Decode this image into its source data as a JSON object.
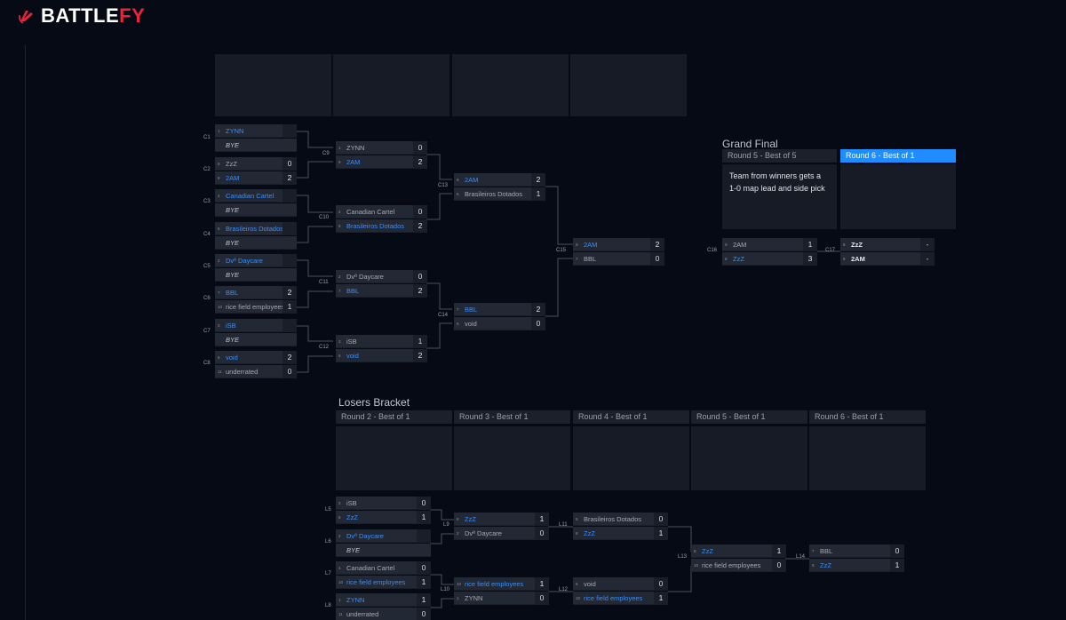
{
  "brand": {
    "name_part1": "BATTLE",
    "name_part2": "FY",
    "accent": "#e8253a"
  },
  "grand_final": {
    "title": "Grand Final",
    "round5_header": "Round 5 - Best of 5",
    "round6_header": "Round 6 - Best of 1",
    "note": "Team from winners gets a 1-0 map lead and side pick"
  },
  "losers": {
    "title": "Losers Bracket",
    "headers": [
      "Round 2 - Best of 1",
      "Round 3 - Best of 1",
      "Round 4 - Best of 1",
      "Round 5 - Best of 1",
      "Round 6 - Best of 1"
    ]
  },
  "matches": {
    "C1": {
      "label": "C1",
      "t": [
        {
          "seed": "1",
          "name": "ZYNN",
          "score": "",
          "win": true
        },
        {
          "seed": "",
          "name": "BYE",
          "score": "",
          "bye": true
        }
      ]
    },
    "C2": {
      "label": "C2",
      "t": [
        {
          "seed": "8",
          "name": "ZzZ",
          "score": "0"
        },
        {
          "seed": "9",
          "name": "2AM",
          "score": "2",
          "win": true
        }
      ]
    },
    "C3": {
      "label": "C3",
      "t": [
        {
          "seed": "4",
          "name": "Canadian Cartel",
          "score": "",
          "win": true
        },
        {
          "seed": "",
          "name": "BYE",
          "score": "",
          "bye": true
        }
      ]
    },
    "C4": {
      "label": "C4",
      "t": [
        {
          "seed": "5",
          "name": "Brasileiros Dotados",
          "score": "",
          "win": true
        },
        {
          "seed": "",
          "name": "BYE",
          "score": "",
          "bye": true
        }
      ]
    },
    "C5": {
      "label": "C5",
      "t": [
        {
          "seed": "2",
          "name": "Dvª Daycare",
          "score": "",
          "win": true
        },
        {
          "seed": "",
          "name": "BYE",
          "score": "",
          "bye": true
        }
      ]
    },
    "C6": {
      "label": "C6",
      "t": [
        {
          "seed": "7",
          "name": "BBL",
          "score": "2",
          "win": true
        },
        {
          "seed": "10",
          "name": "rice field employees",
          "score": "1"
        }
      ]
    },
    "C7": {
      "label": "C7",
      "t": [
        {
          "seed": "3",
          "name": "iSB",
          "score": "",
          "win": true
        },
        {
          "seed": "",
          "name": "BYE",
          "score": "",
          "bye": true
        }
      ]
    },
    "C8": {
      "label": "C8",
      "t": [
        {
          "seed": "6",
          "name": "void",
          "score": "2",
          "win": true
        },
        {
          "seed": "11",
          "name": "underrated",
          "score": "0"
        }
      ]
    },
    "C9": {
      "label": "C9",
      "t": [
        {
          "seed": "1",
          "name": "ZYNN",
          "score": "0"
        },
        {
          "seed": "9",
          "name": "2AM",
          "score": "2",
          "win": true
        }
      ]
    },
    "C10": {
      "label": "C10",
      "t": [
        {
          "seed": "4",
          "name": "Canadian Cartel",
          "score": "0"
        },
        {
          "seed": "5",
          "name": "Brasileiros Dotados",
          "score": "2",
          "win": true
        }
      ]
    },
    "C11": {
      "label": "C11",
      "t": [
        {
          "seed": "2",
          "name": "Dvª Daycare",
          "score": "0"
        },
        {
          "seed": "7",
          "name": "BBL",
          "score": "2",
          "win": true
        }
      ]
    },
    "C12": {
      "label": "C12",
      "t": [
        {
          "seed": "3",
          "name": "iSB",
          "score": "1"
        },
        {
          "seed": "6",
          "name": "void",
          "score": "2",
          "win": true
        }
      ]
    },
    "C13": {
      "label": "C13",
      "t": [
        {
          "seed": "9",
          "name": "2AM",
          "score": "2",
          "win": true
        },
        {
          "seed": "5",
          "name": "Brasileiros Dotados",
          "score": "1"
        }
      ]
    },
    "C14": {
      "label": "C14",
      "t": [
        {
          "seed": "7",
          "name": "BBL",
          "score": "2",
          "win": true
        },
        {
          "seed": "6",
          "name": "void",
          "score": "0"
        }
      ]
    },
    "C15": {
      "label": "C15",
      "t": [
        {
          "seed": "9",
          "name": "2AM",
          "score": "2",
          "win": true
        },
        {
          "seed": "7",
          "name": "BBL",
          "score": "0"
        }
      ]
    },
    "C16": {
      "label": "C16",
      "t": [
        {
          "seed": "9",
          "name": "2AM",
          "score": "1"
        },
        {
          "seed": "8",
          "name": "ZzZ",
          "score": "3",
          "win": true
        }
      ]
    },
    "C17": {
      "label": "C17",
      "t": [
        {
          "seed": "8",
          "name": "ZzZ",
          "score": "-",
          "gf": true
        },
        {
          "seed": "9",
          "name": "2AM",
          "score": "-",
          "gf": true
        }
      ]
    },
    "L5": {
      "label": "L5",
      "t": [
        {
          "seed": "3",
          "name": "iSB",
          "score": "0"
        },
        {
          "seed": "8",
          "name": "ZzZ",
          "score": "1",
          "win": true
        }
      ]
    },
    "L6": {
      "label": "L6",
      "t": [
        {
          "seed": "2",
          "name": "Dvª Daycare",
          "score": "",
          "win": true
        },
        {
          "seed": "",
          "name": "BYE",
          "score": "",
          "bye": true
        }
      ]
    },
    "L7": {
      "label": "L7",
      "t": [
        {
          "seed": "4",
          "name": "Canadian Cartel",
          "score": "0"
        },
        {
          "seed": "10",
          "name": "rice field employees",
          "score": "1",
          "win": true
        }
      ]
    },
    "L8": {
      "label": "L8",
      "t": [
        {
          "seed": "1",
          "name": "ZYNN",
          "score": "1",
          "win": true
        },
        {
          "seed": "11",
          "name": "underrated",
          "score": "0"
        }
      ]
    },
    "L9": {
      "label": "L9",
      "t": [
        {
          "seed": "8",
          "name": "ZzZ",
          "score": "1",
          "win": true
        },
        {
          "seed": "2",
          "name": "Dvª Daycare",
          "score": "0"
        }
      ]
    },
    "L10": {
      "label": "L10",
      "t": [
        {
          "seed": "10",
          "name": "rice field employees",
          "score": "1",
          "win": true
        },
        {
          "seed": "1",
          "name": "ZYNN",
          "score": "0"
        }
      ]
    },
    "L11": {
      "label": "L11",
      "t": [
        {
          "seed": "5",
          "name": "Brasileiros Dotados",
          "score": "0"
        },
        {
          "seed": "8",
          "name": "ZzZ",
          "score": "1",
          "win": true
        }
      ]
    },
    "L12": {
      "label": "L12",
      "t": [
        {
          "seed": "6",
          "name": "void",
          "score": "0"
        },
        {
          "seed": "10",
          "name": "rice field employees",
          "score": "1",
          "win": true
        }
      ]
    },
    "L13": {
      "label": "L13",
      "t": [
        {
          "seed": "8",
          "name": "ZzZ",
          "score": "1",
          "win": true
        },
        {
          "seed": "10",
          "name": "rice field employees",
          "score": "0"
        }
      ]
    },
    "L14": {
      "label": "L14",
      "t": [
        {
          "seed": "7",
          "name": "BBL",
          "score": "0"
        },
        {
          "seed": "8",
          "name": "ZzZ",
          "score": "1",
          "win": true
        }
      ]
    }
  }
}
